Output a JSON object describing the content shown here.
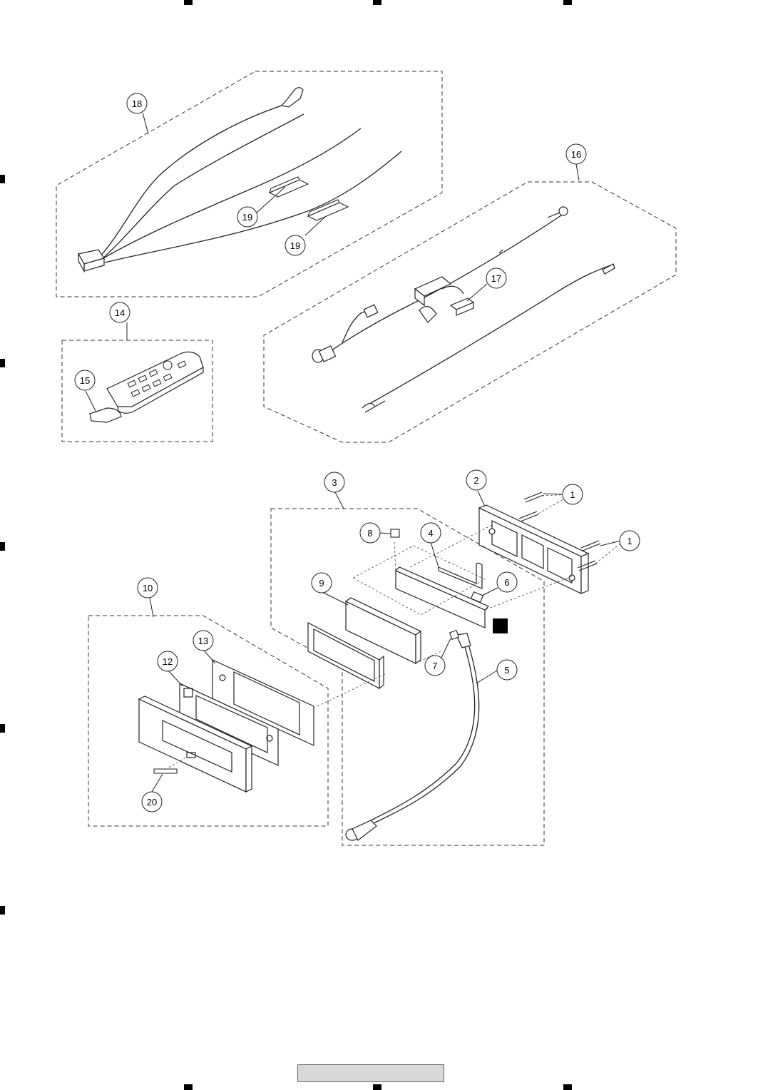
{
  "diagram": {
    "callouts": [
      {
        "id": "c18",
        "label": "18"
      },
      {
        "id": "c19a",
        "label": "19"
      },
      {
        "id": "c19b",
        "label": "19"
      },
      {
        "id": "c16",
        "label": "16"
      },
      {
        "id": "c17",
        "label": "17"
      },
      {
        "id": "c14",
        "label": "14"
      },
      {
        "id": "c15",
        "label": "15"
      },
      {
        "id": "c3",
        "label": "3"
      },
      {
        "id": "c2",
        "label": "2"
      },
      {
        "id": "c1a",
        "label": "1"
      },
      {
        "id": "c1b",
        "label": "1"
      },
      {
        "id": "c8",
        "label": "8"
      },
      {
        "id": "c4",
        "label": "4"
      },
      {
        "id": "c9",
        "label": "9"
      },
      {
        "id": "c6",
        "label": "6"
      },
      {
        "id": "c10",
        "label": "10"
      },
      {
        "id": "c13",
        "label": "13"
      },
      {
        "id": "c12",
        "label": "12"
      },
      {
        "id": "c7",
        "label": "7"
      },
      {
        "id": "c5",
        "label": "5"
      },
      {
        "id": "c20",
        "label": "20"
      }
    ]
  },
  "colors": {
    "line": "#222222",
    "marker": "#000000",
    "tab": "#d9d9d9"
  }
}
